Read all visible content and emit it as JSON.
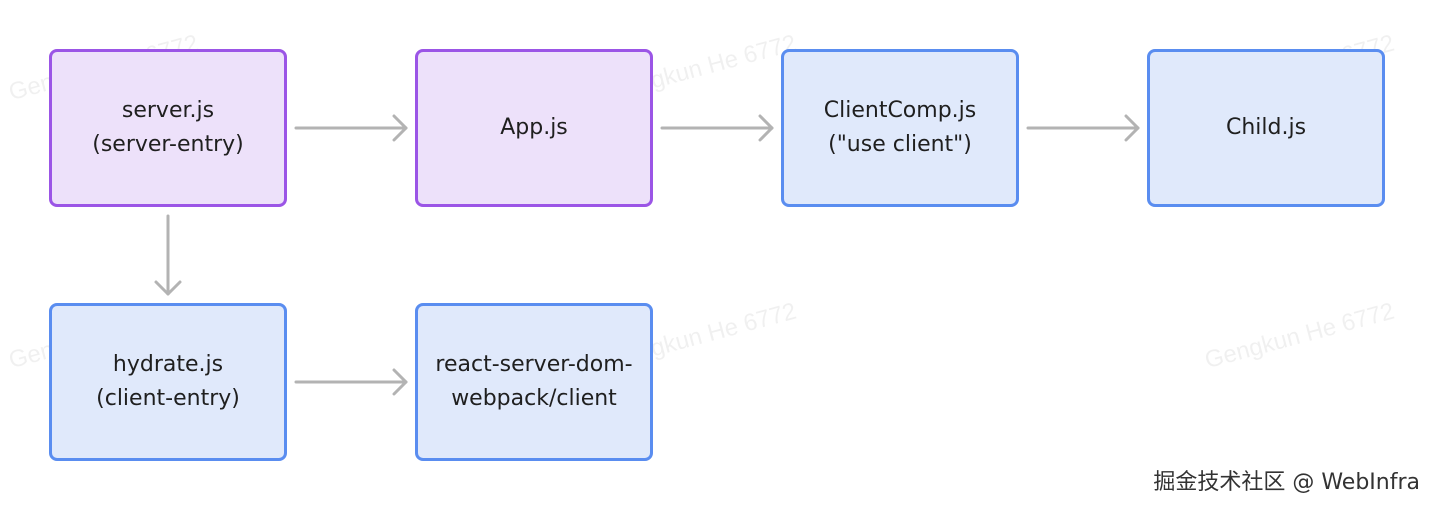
{
  "watermark": {
    "text": "Gengkun He 6772"
  },
  "nodes": {
    "server": {
      "line1": "server.js",
      "line2": "(server-entry)"
    },
    "app": {
      "line1": "App.js"
    },
    "client_comp": {
      "line1": "ClientComp.js",
      "line2": "(\"use client\")"
    },
    "child": {
      "line1": "Child.js"
    },
    "hydrate": {
      "line1": "hydrate.js",
      "line2": "(client-entry)"
    },
    "rsd_client": {
      "line1": "react-server-dom-",
      "line2": "webpack/client"
    }
  },
  "footer": {
    "text": "掘金技术社区 @ WebInfra"
  },
  "colors": {
    "server_fill": "#ede1fa",
    "server_border": "#9b55e6",
    "client_fill": "#e0e9fb",
    "client_border": "#5a8df0",
    "arrow": "#b3b3b3"
  }
}
